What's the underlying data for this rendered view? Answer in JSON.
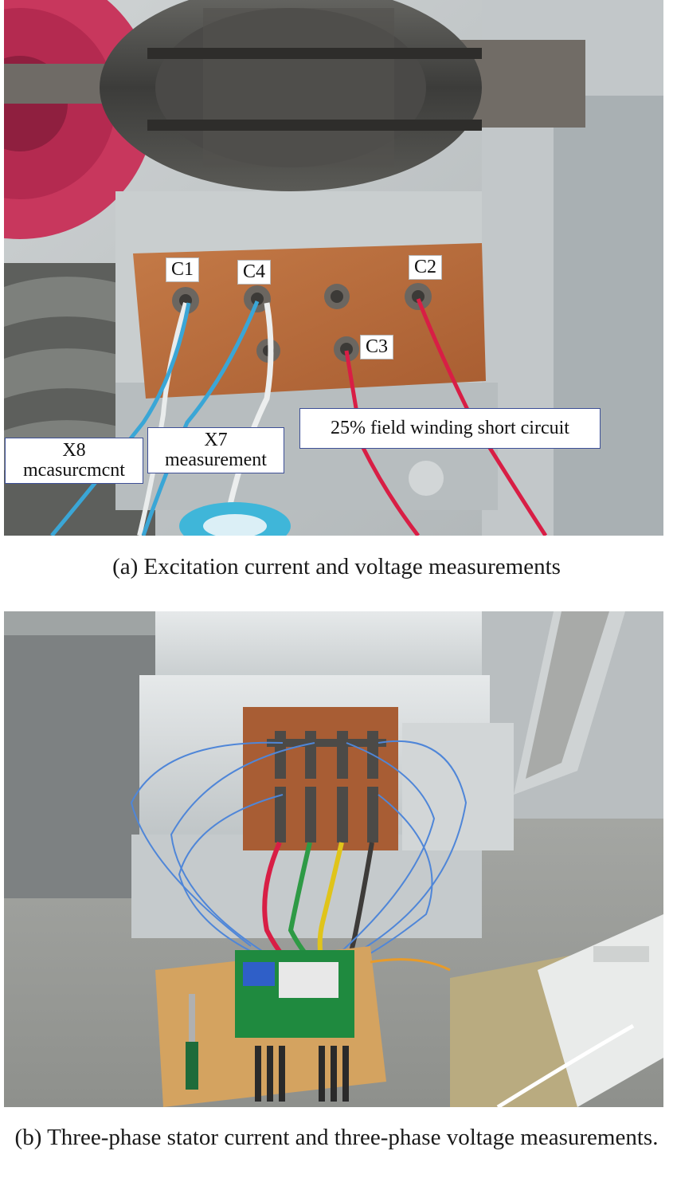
{
  "figure_a": {
    "labels": {
      "c1": "C1",
      "c4": "C4",
      "c2": "C2",
      "c3": "C3",
      "x8": [
        "X8",
        "mcasurcmcnt"
      ],
      "x7": [
        "X7",
        "measurement"
      ],
      "short": "25% field winding short circuit"
    },
    "caption": "(a) Excitation current and voltage measurements"
  },
  "figure_b": {
    "caption": "(b) Three-phase stator current and three-phase voltage measurements."
  },
  "colors": {
    "label_border": "#3d4f96",
    "wire_red": "#d81e45",
    "wire_blue": "#3aa6d6",
    "terminal_board": "#b86c3d",
    "pcb_green": "#1f8a3f"
  }
}
